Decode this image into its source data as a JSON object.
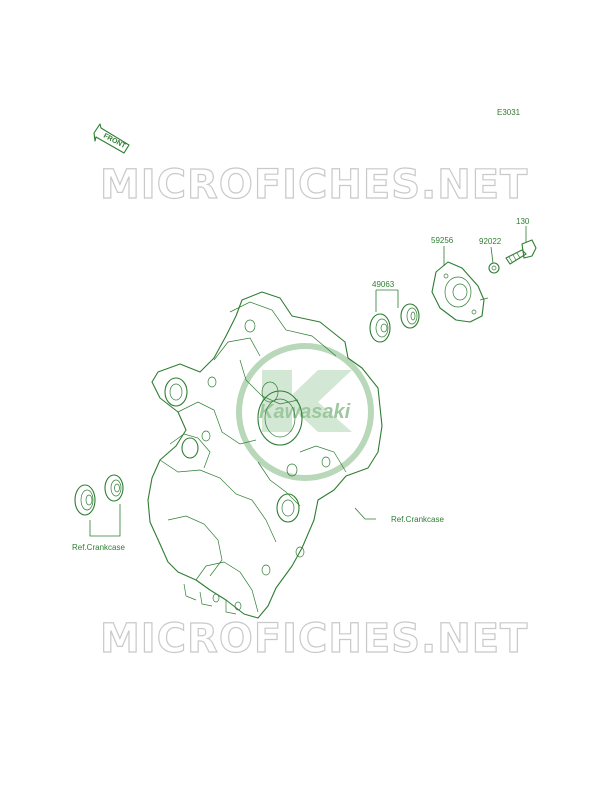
{
  "diagram": {
    "ref_code": "E3031",
    "front_label": "FRONT",
    "watermark_text": "MICROFICHES.NET",
    "logo_text": "Kawasaki",
    "parts": [
      {
        "number": "130"
      },
      {
        "number": "92022"
      },
      {
        "number": "59256"
      },
      {
        "number": "49063"
      }
    ],
    "references": [
      {
        "text": "Ref.Crankcase"
      },
      {
        "text": "Ref.Crankcase"
      }
    ],
    "colors": {
      "line": "#2e7d32",
      "watermark": "#c9c9c9",
      "logo": "#9dc89f"
    }
  }
}
